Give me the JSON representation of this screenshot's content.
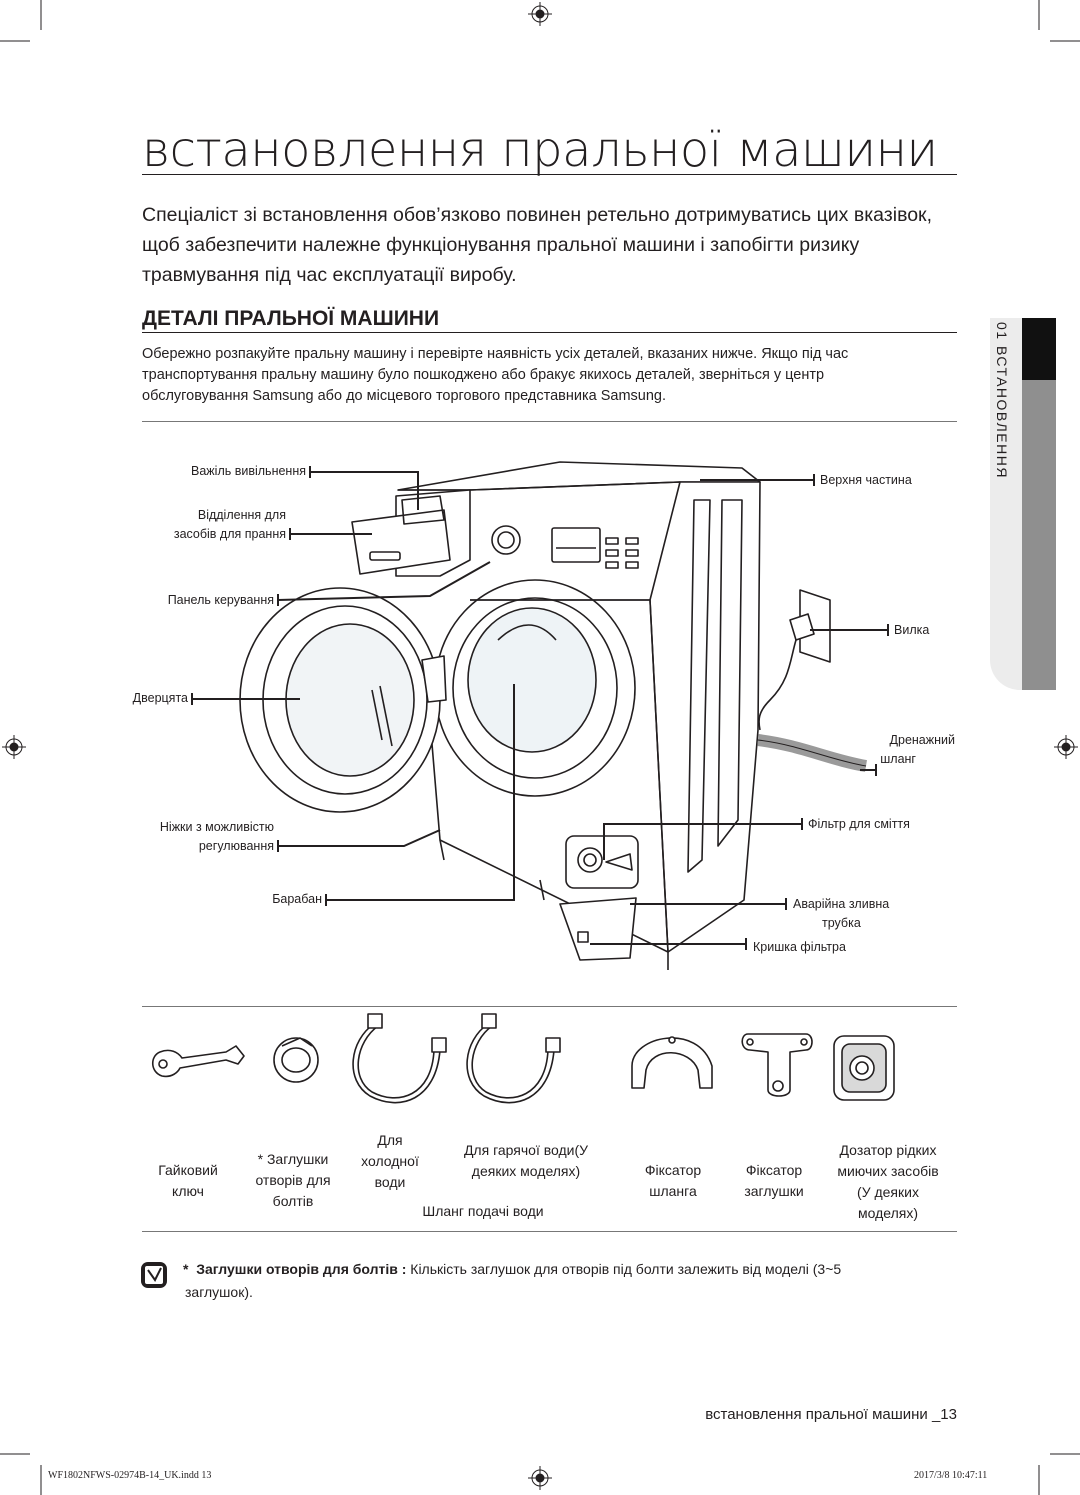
{
  "title": "встановлення пральної машини",
  "intro": [
    "Спеціаліст зі встановлення обов’язково повинен ретельно дотримуватись цих вказівок,",
    "щоб забезпечити належне функціонування пральної машини і запобігти ризику",
    "травмування під час експлуатації виробу."
  ],
  "section_title": "ДЕТАЛІ ПРАЛЬНОЇ МАШИНИ",
  "body": [
    "Обережно розпакуйте пральну машину і перевірте наявність усіх деталей, вказаних нижче. Якщо під час",
    "транспортування пральну машину було пошкоджено або бракує якихось деталей, зверніться у центр",
    "обслуговування Samsung або до місцевого торгового представника Samsung."
  ],
  "side_tab": "01 ВСТАНОВЛЕННЯ",
  "labels_left": {
    "release_lever": "Важіль вивільнення",
    "detergent_1": "Відділення для",
    "detergent_2": "засобів для прання",
    "control_panel": "Панель керування",
    "door": "Дверцята",
    "legs_1": "Ніжки з можливістю",
    "legs_2": "регулювання",
    "drum": "Барабан"
  },
  "labels_right": {
    "top": "Верхня частина",
    "plug": "Вилка",
    "drain_1": "Дренажний",
    "drain_2": "шланг",
    "filter": "Фільтр для сміття",
    "emergency_1": "Аварійна зливна",
    "emergency_2": "трубка",
    "filter_cover": "Кришка фільтра"
  },
  "accessories": {
    "spanner": [
      "Гайковий",
      "ключ"
    ],
    "caps": [
      "* Заглушки",
      "отворів для",
      "болтів"
    ],
    "cold": [
      "Для",
      "холодної",
      "води"
    ],
    "hot": [
      "Для гарячої води(У",
      "деяких моделях)"
    ],
    "hose_title": "Шланг подачі води",
    "hose_holder": [
      "Фіксатор",
      "шланга"
    ],
    "cap_holder": [
      "Фіксатор",
      "заглушки"
    ],
    "dispenser": [
      "Дозатор рідких",
      "миючих засобів",
      "(У деяких",
      "моделях)"
    ]
  },
  "note": {
    "bold": "Заглушки отворів для болтів :",
    "text": " Кількість заглушок для отворів під болти залежить від моделі (3~5",
    "text2": "заглушок)."
  },
  "footer": "встановлення пральної машини _13",
  "imprint": {
    "file": "WF1802NFWS-02974B-14_UK.indd   13",
    "date": "2017/3/8   10:47:11"
  }
}
